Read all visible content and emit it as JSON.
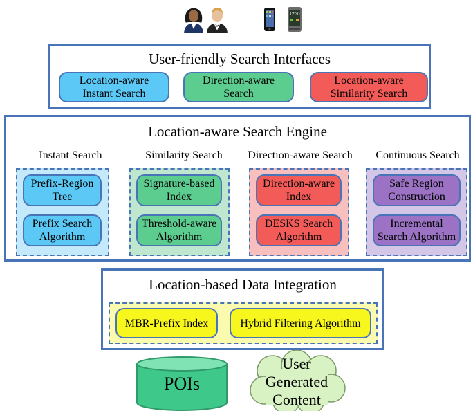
{
  "interfaces": {
    "title": "User-friendly Search Interfaces",
    "items": [
      "Location-aware\nInstant Search",
      "Direction-aware\nSearch",
      "Location-aware\nSimilarity Search"
    ]
  },
  "engine": {
    "title": "Location-aware Search Engine",
    "columns": [
      {
        "heading": "Instant Search",
        "items": [
          "Prefix-Region\nTree",
          "Prefix Search\nAlgorithm"
        ],
        "color": "#5cc8f5",
        "bg": "#c3e9fb"
      },
      {
        "heading": "Similarity Search",
        "items": [
          "Signature-based\nIndex",
          "Threshold-aware\nAlgorithm"
        ],
        "color": "#5ccc8f",
        "bg": "#bfe7cf"
      },
      {
        "heading": "Direction-aware Search",
        "items": [
          "Direction-aware\nIndex",
          "DESKS Search\nAlgorithm"
        ],
        "color": "#f25b57",
        "bg": "#f7c0bf"
      },
      {
        "heading": "Continuous Search",
        "items": [
          "Safe Region\nConstruction",
          "Incremental\nSearch Algorithm"
        ],
        "color": "#9b72c4",
        "bg": "#d4c6e6"
      }
    ]
  },
  "integration": {
    "title": "Location-based Data Integration",
    "items": [
      "MBR-Prefix Index",
      "Hybrid Filtering Algorithm"
    ]
  },
  "sources": {
    "pois": "POIs",
    "ugc": "User\nGenerated\nContent"
  },
  "icons": [
    "user-woman-icon",
    "user-man-icon",
    "iphone-icon",
    "android-phone-icon"
  ]
}
